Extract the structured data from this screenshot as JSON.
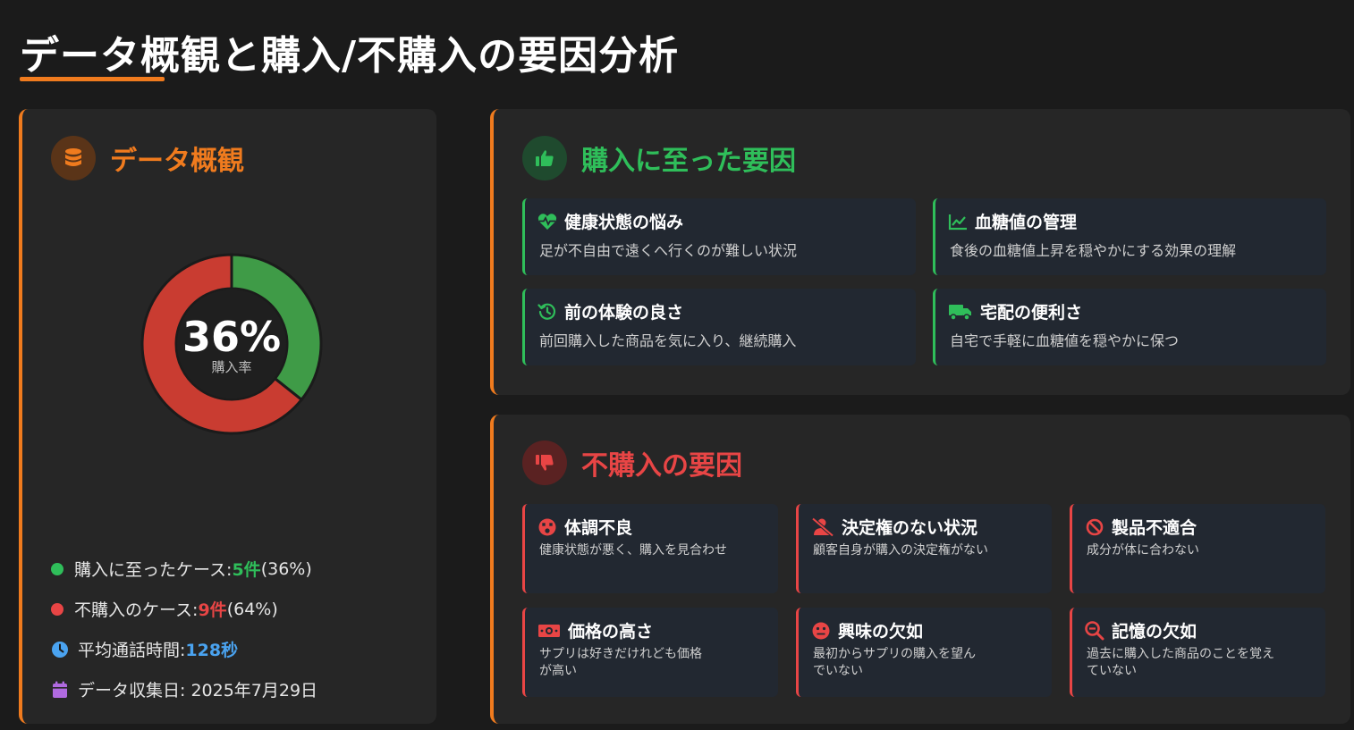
{
  "title": "データ概観と購入/不購入の要因分析",
  "overview": {
    "heading": "データ概観",
    "donut_value": "36%",
    "donut_label": "購入率",
    "stats": [
      {
        "label": "購入に至ったケース: ",
        "value": "5件",
        "suffix": " (36%)"
      },
      {
        "label": "不購入のケース: ",
        "value": "9件",
        "suffix": " (64%)"
      },
      {
        "label": "平均通話時間: ",
        "value": "128秒"
      },
      {
        "label": "データ収集日: 2025年7月29日"
      }
    ]
  },
  "chart_data": {
    "type": "pie",
    "labels": [
      "購入に至ったケース",
      "不購入のケース"
    ],
    "values": [
      5,
      9
    ],
    "percentages": [
      36,
      64
    ],
    "center_label": "36%",
    "center_sublabel": "購入率",
    "colors": [
      "#3f9b47",
      "#c93c31"
    ]
  },
  "purchase": {
    "heading": "購入に至った要因",
    "items": [
      {
        "icon": "heartbeat-icon",
        "title": "健康状態の悩み",
        "desc": "足が不自由で遠くへ行くのが難しい状況"
      },
      {
        "icon": "chart-line-icon",
        "title": "血糖値の管理",
        "desc": "食後の血糖値上昇を穏やかにする効果の理解"
      },
      {
        "icon": "history-icon",
        "title": "前の体験の良さ",
        "desc": "前回購入した商品を気に入り、継続購入"
      },
      {
        "icon": "truck-icon",
        "title": "宅配の便利さ",
        "desc": "自宅で手軽に血糖値を穏やかに保つ"
      }
    ]
  },
  "nonpurchase": {
    "heading": "不購入の要因",
    "items": [
      {
        "icon": "dizzy-face-icon",
        "title": "体調不良",
        "desc": "健康状態が悪く、購入を見合わせ"
      },
      {
        "icon": "user-slash-icon",
        "title": "決定権のない状況",
        "desc": "顧客自身が購入の決定権がない"
      },
      {
        "icon": "ban-icon",
        "title": "製品不適合",
        "desc": "成分が体に合わない"
      },
      {
        "icon": "money-icon",
        "title": "価格の高さ",
        "desc": "サプリは好きだけれども価格が高い"
      },
      {
        "icon": "meh-face-icon",
        "title": "興味の欠如",
        "desc": "最初からサプリの購入を望んでいない"
      },
      {
        "icon": "search-minus-icon",
        "title": "記憶の欠如",
        "desc": "過去に購入した商品のことを覚えていない"
      }
    ]
  },
  "colors": {
    "accent": "#f07b1e",
    "green": "#2fbe5a",
    "red": "#e84545",
    "blue": "#4aa3f0",
    "purple": "#b06ae0"
  }
}
